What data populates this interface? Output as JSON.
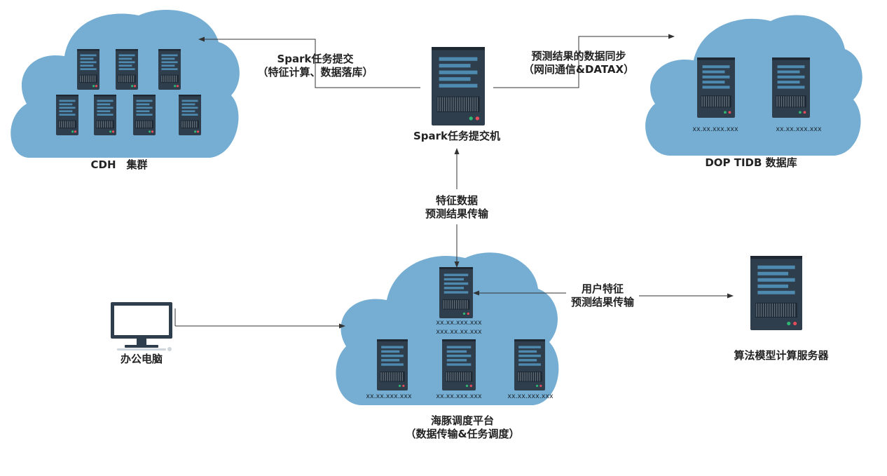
{
  "colors": {
    "cloud": "#75aed2",
    "server_body": "#2f3e4c",
    "server_dark": "#1d2833",
    "server_panel": "#4e8aaf",
    "led_green": "#2fb673",
    "led_red": "#e74c5b",
    "arrow": "#333333"
  },
  "nodes": {
    "cdh": {
      "label": "CDH　集群"
    },
    "spark_submit": {
      "label": "Spark任务提交机"
    },
    "tidb": {
      "label": "DOP TIDB 数据库",
      "ips": [
        "xx.xx.xxx.xxx",
        "xx.xx.xxx.xxx"
      ]
    },
    "dolphin": {
      "label_line1": "海豚调度平台",
      "label_line2": "（数据传输&任务调度）",
      "main_ips": [
        "xx.xx.xxx.xxx",
        "xxx.xx.xx.xxx"
      ],
      "ips": [
        "xx.xx.xxx.xxx",
        "xx.xx.xxx.xxx",
        "xx.xx.xxx.xxx"
      ]
    },
    "office_pc": {
      "label": "办公电脑"
    },
    "algo_server": {
      "label": "算法模型计算服务器"
    }
  },
  "edges": {
    "spark_to_cdh": {
      "line1": "Spark任务提交",
      "line2": "（特征计算、数据落库）"
    },
    "spark_to_tidb": {
      "line1": "预测结果的数据同步",
      "line2": "（网间通信&DATAX）"
    },
    "dolphin_spark": {
      "line1": "特征数据",
      "line2": "预测结果传输"
    },
    "dolphin_algo": {
      "line1": "用户特征",
      "line2": "预测结果传输"
    }
  }
}
